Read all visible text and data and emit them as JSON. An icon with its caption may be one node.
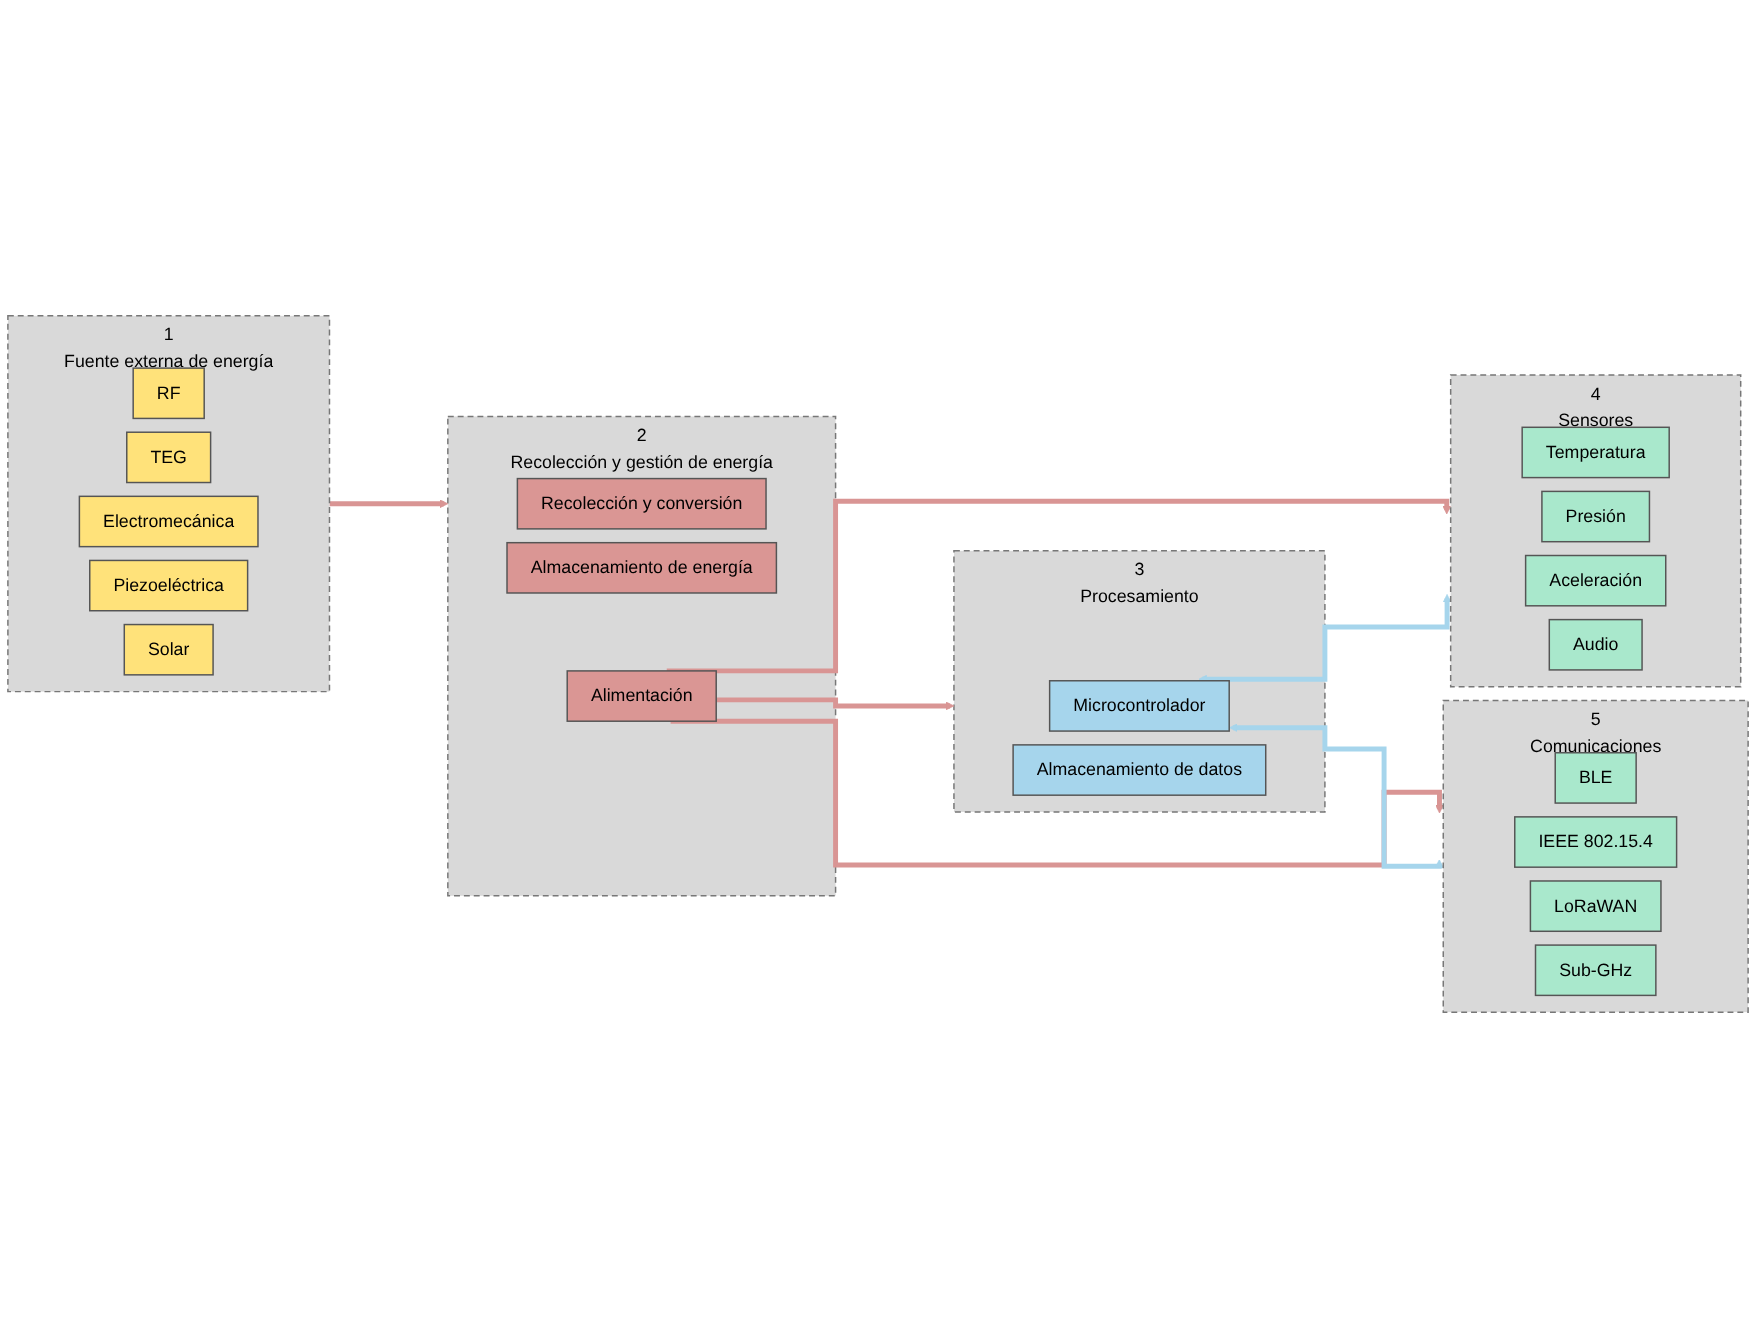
{
  "diagram": {
    "nodes": [
      {
        "text": [
          "1",
          "Fuente externa de energía"
        ]
      },
      {
        "text": [
          "RF"
        ],
        "in": 0
      },
      {
        "text": [
          "TEG"
        ],
        "in": 0
      },
      {
        "text": [
          "Electromecánica"
        ],
        "in": 0
      },
      {
        "text": [
          "Piezoeléctrica"
        ],
        "in": 0
      },
      {
        "text": [
          "Solar"
        ],
        "in": 0
      },
      {
        "text": [
          "2",
          "Recolección y gestión de energía"
        ]
      },
      {
        "text": [
          "Recolección y conversión"
        ],
        "in": 6
      },
      {
        "text": [
          "Almacenamiento de energía"
        ],
        "in": 6
      },
      {
        "text": [
          "Alimentación"
        ],
        "in": 6
      },
      {
        "text": [
          "3",
          "Procesamiento"
        ]
      },
      {
        "text": [
          "Microcontrolador"
        ],
        "in": 10
      },
      {
        "text": [
          "Almacenamiento de datos"
        ],
        "in": 10
      },
      {
        "text": [
          "4",
          "Sensores"
        ]
      },
      {
        "text": [
          "Temperatura"
        ],
        "in": 13
      },
      {
        "text": [
          "Presión"
        ],
        "in": 13
      },
      {
        "text": [
          "Aceleración"
        ],
        "in": 13
      },
      {
        "text": [
          "Audio"
        ],
        "in": 13
      },
      {
        "text": [
          "5",
          "Comunicaciones"
        ]
      },
      {
        "text": [
          "BLE"
        ],
        "in": 18
      },
      {
        "text": [
          "IEEE 802.15.4"
        ],
        "in": 18
      },
      {
        "text": [
          "LoRaWAN"
        ],
        "in": 18
      },
      {
        "text": [
          "Sub-GHz"
        ],
        "in": 18
      }
    ],
    "edges": [
      {
        "from": 0,
        "to": 6,
        "arrow": "to"
      },
      {
        "from": 9,
        "to": 10,
        "arrow": "to"
      },
      {
        "from": 9,
        "to": 13,
        "arrow": "to"
      },
      {
        "from": 9,
        "to": 18,
        "arrow": "to"
      },
      {
        "from": 11,
        "to": 13,
        "arrow": "both",
        "color": "#a6d5ec"
      },
      {
        "from": 11,
        "to": 18,
        "arrow": "both",
        "color": "#a6d5ec"
      }
    ]
  }
}
